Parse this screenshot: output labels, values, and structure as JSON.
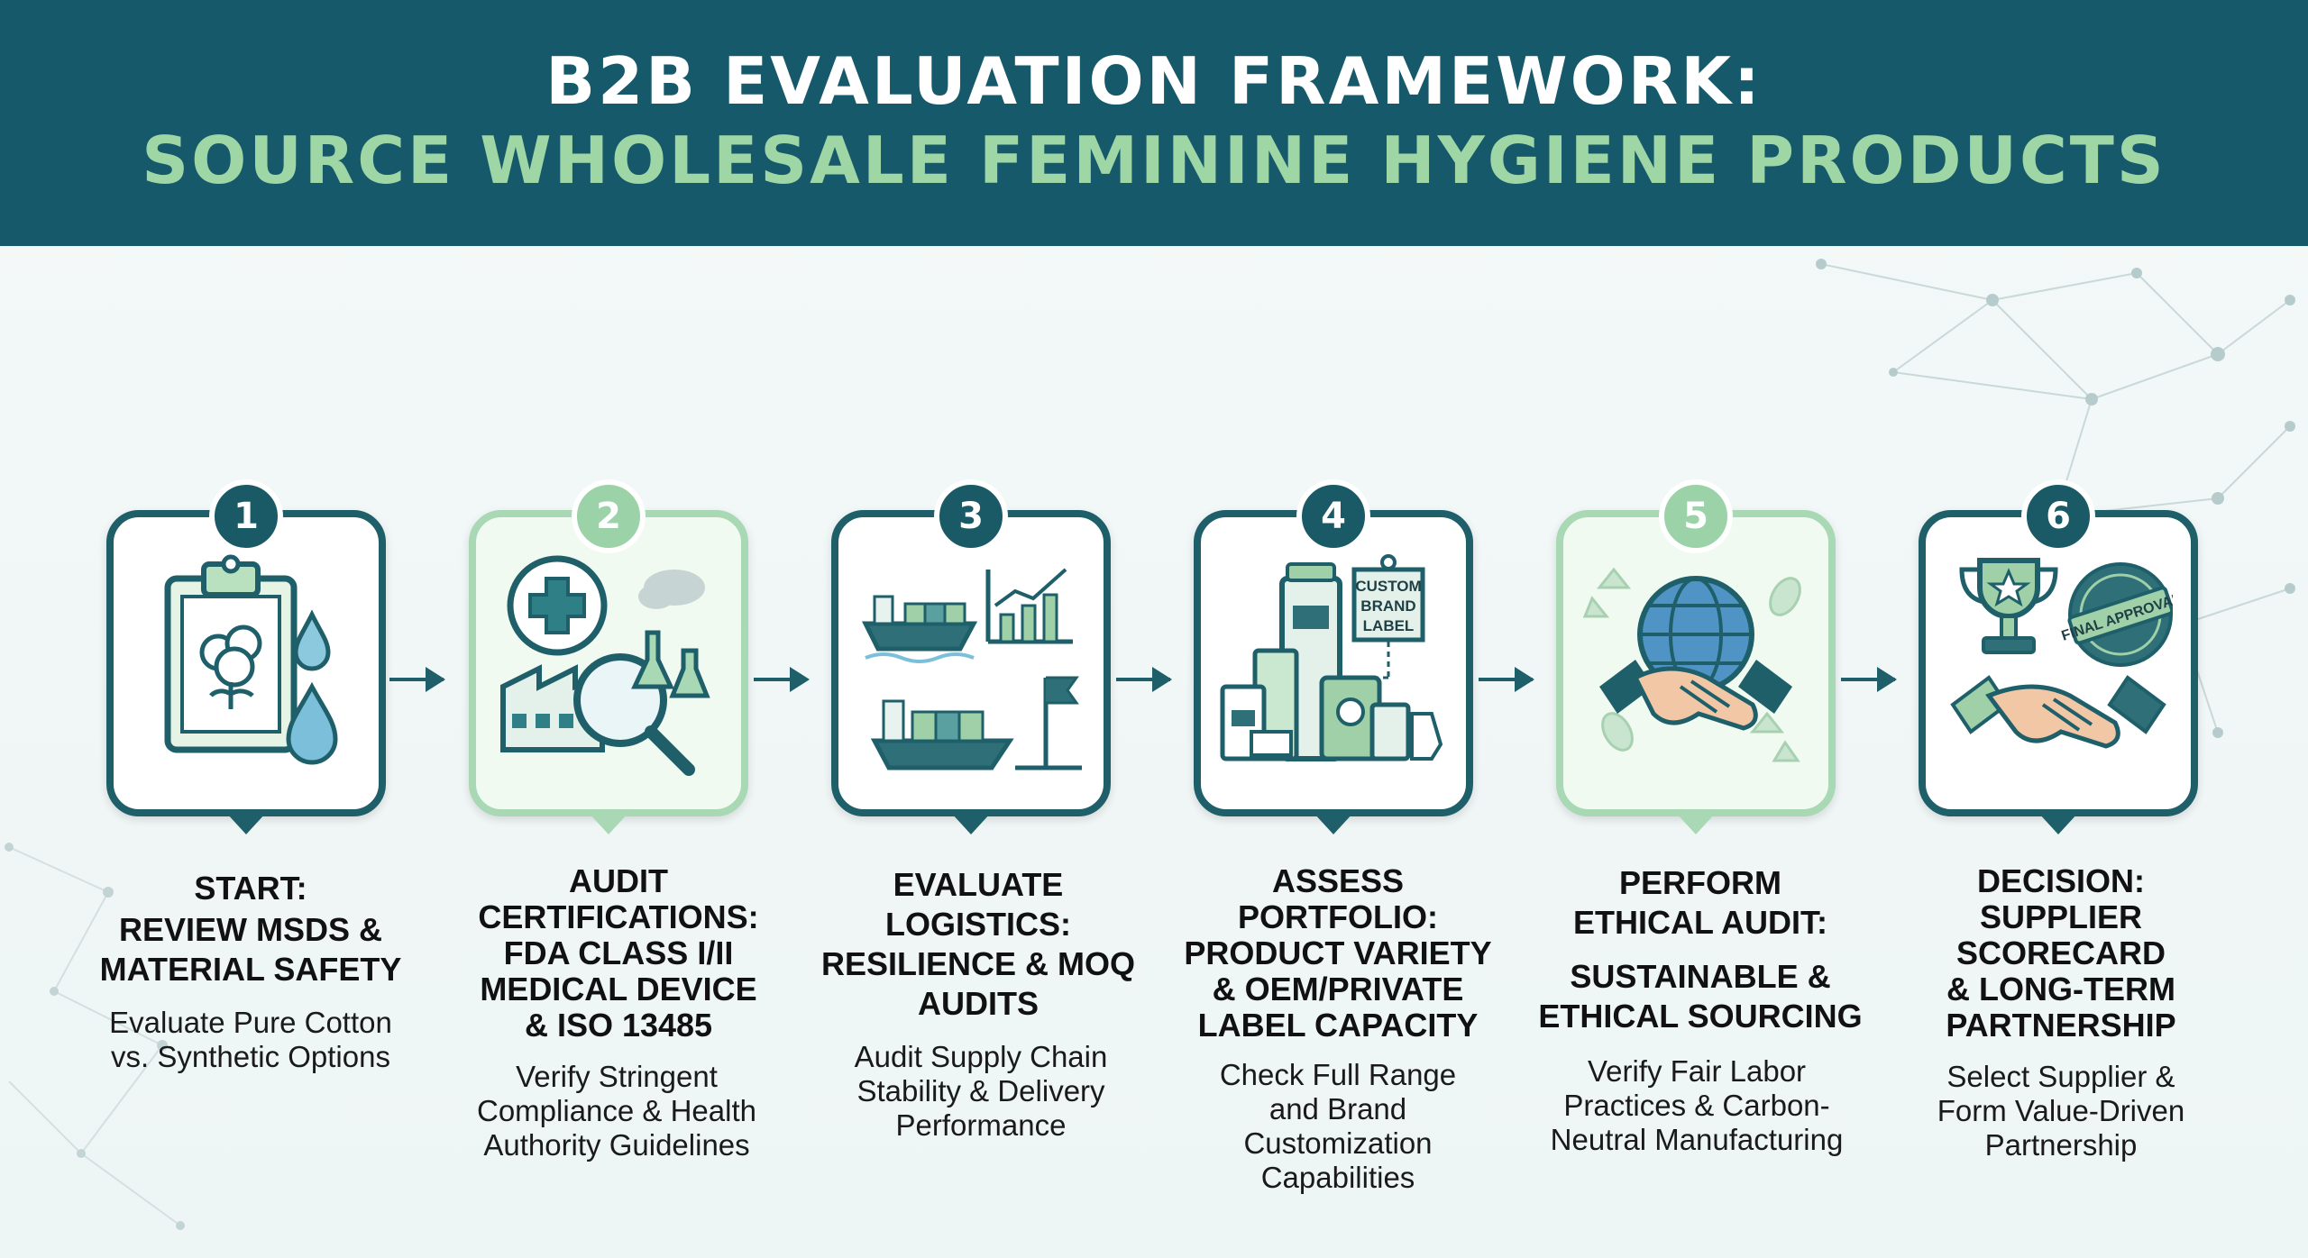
{
  "header": {
    "title_line1": "B2B EVALUATION FRAMEWORK:",
    "title_line2": "SOURCE WHOLESALE FEMININE HYGIENE PRODUCTS"
  },
  "colors": {
    "header_bg": "#16596a",
    "dark_teal": "#1e5f6a",
    "light_green": "#a8d8b4",
    "accent_green": "#9fd6a6"
  },
  "steps": [
    {
      "number": "1",
      "title": [
        "START:",
        "REVIEW MSDS &",
        "MATERIAL SAFETY"
      ],
      "description": [
        "Evaluate Pure Cotton",
        "vs. Synthetic Options"
      ],
      "icon": "clipboard-cotton-droplet-icon"
    },
    {
      "number": "2",
      "title": [
        "AUDIT",
        "CERTIFICATIONS:",
        "FDA CLASS I/II",
        "MEDICAL DEVICE",
        "& ISO 13485"
      ],
      "description": [
        "Verify Stringent",
        "Compliance & Health",
        "Authority Guidelines"
      ],
      "icon": "medical-factory-magnifier-icon"
    },
    {
      "number": "3",
      "title": [
        "EVALUATE",
        "LOGISTICS:",
        "RESILIENCE & MOQ",
        "AUDITS"
      ],
      "description": [
        "Audit Supply Chain",
        "Stability & Delivery",
        "Performance"
      ],
      "icon": "cargo-ship-chart-icon"
    },
    {
      "number": "4",
      "title": [
        "ASSESS",
        "PORTFOLIO:",
        "PRODUCT VARIETY",
        "& OEM/PRIVATE",
        "LABEL CAPACITY"
      ],
      "description": [
        "Check Full Range",
        "and Brand",
        "Customization",
        "Capabilities"
      ],
      "icon": "product-packages-label-icon",
      "tag_text": [
        "CUSTOM",
        "BRAND",
        "LABEL"
      ]
    },
    {
      "number": "5",
      "title": [
        "PERFORM",
        "ETHICAL AUDIT:",
        "SUSTAINABLE &",
        "ETHICAL SOURCING"
      ],
      "description": [
        "Verify Fair Labor",
        "Practices & Carbon-",
        "Neutral Manufacturing"
      ],
      "icon": "globe-handshake-recycle-icon"
    },
    {
      "number": "6",
      "title": [
        "DECISION:",
        "SUPPLIER",
        "SCORECARD",
        "& LONG-TERM",
        "PARTNERSHIP"
      ],
      "description": [
        "Select Supplier &",
        "Form Value-Driven",
        "Partnership"
      ],
      "icon": "trophy-seal-handshake-icon",
      "seal_text": "FINAL APPROVAL"
    }
  ]
}
